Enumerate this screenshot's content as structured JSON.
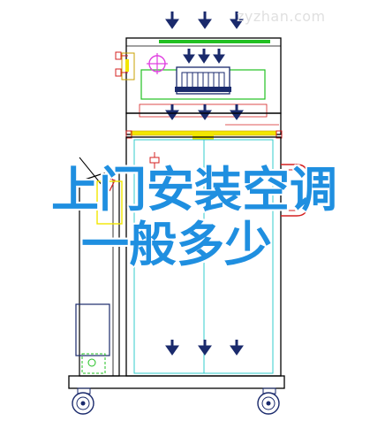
{
  "watermark": "zyzhan.com",
  "overlay": {
    "line1": "上门安装空调",
    "line2": "一般多少"
  },
  "colors": {
    "frame": "#000000",
    "arrow_blue": "#1a2a6c",
    "arrow_red": "#d42020",
    "green": "#22c022",
    "cyan": "#33cccc",
    "yellow": "#f2e600",
    "magenta": "#e040e0",
    "title_blue": "#1f8fe0"
  }
}
